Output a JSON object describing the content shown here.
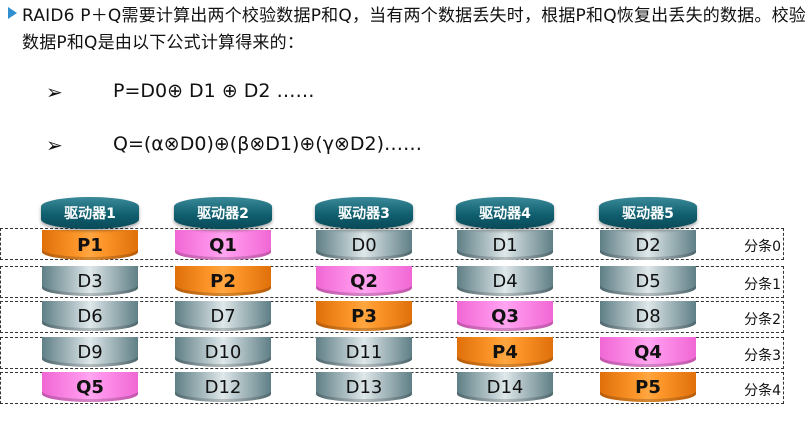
{
  "intro": {
    "text": "RAID6 P＋Q需要计算出两个校验数据P和Q，当有两个数据丢失时，根据P和Q恢复出丢失的数据。校验数据P和Q是由以下公式计算得来的："
  },
  "formulas": [
    {
      "arrow": "➢",
      "text": "P=D0⊕ D1 ⊕ D2 ……"
    },
    {
      "arrow": "➢",
      "text": "Q=(α⊗D0)⊕(β⊗D1)⊕(γ⊗D2)……"
    }
  ],
  "drives": [
    {
      "label": "驱动器1",
      "cells": [
        {
          "t": "P1",
          "k": "p"
        },
        {
          "t": "D3",
          "k": "d"
        },
        {
          "t": "D6",
          "k": "d"
        },
        {
          "t": "D9",
          "k": "d"
        },
        {
          "t": "Q5",
          "k": "q"
        }
      ]
    },
    {
      "label": "驱动器2",
      "cells": [
        {
          "t": "Q1",
          "k": "q"
        },
        {
          "t": "P2",
          "k": "p"
        },
        {
          "t": "D7",
          "k": "d"
        },
        {
          "t": "D10",
          "k": "d"
        },
        {
          "t": "D12",
          "k": "d"
        }
      ]
    },
    {
      "label": "驱动器3",
      "cells": [
        {
          "t": "D0",
          "k": "d"
        },
        {
          "t": "Q2",
          "k": "q"
        },
        {
          "t": "P3",
          "k": "p"
        },
        {
          "t": "D11",
          "k": "d"
        },
        {
          "t": "D13",
          "k": "d"
        }
      ]
    },
    {
      "label": "驱动器4",
      "cells": [
        {
          "t": "D1",
          "k": "d"
        },
        {
          "t": "D4",
          "k": "d"
        },
        {
          "t": "Q3",
          "k": "q"
        },
        {
          "t": "P4",
          "k": "p"
        },
        {
          "t": "D14",
          "k": "d"
        }
      ]
    },
    {
      "label": "驱动器5",
      "cells": [
        {
          "t": "D2",
          "k": "d"
        },
        {
          "t": "D5",
          "k": "d"
        },
        {
          "t": "D8",
          "k": "d"
        },
        {
          "t": "Q4",
          "k": "q"
        },
        {
          "t": "P5",
          "k": "p"
        }
      ]
    }
  ],
  "stripes": [
    "分条0",
    "分条1",
    "分条2",
    "分条3",
    "分条4"
  ],
  "colors": {
    "parity_p": "#ff9a2e",
    "parity_q": "#ff96ec",
    "data": "#b7c7cb",
    "cap": "#0f5f6f",
    "bullet": "#2f8fd0"
  }
}
